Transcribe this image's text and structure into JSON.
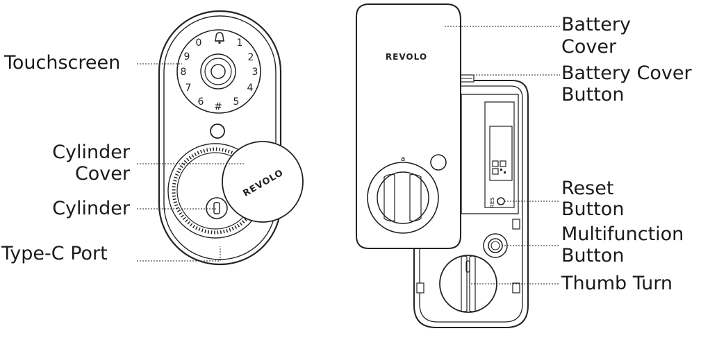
{
  "labels": {
    "touchscreen": "Touchscreen",
    "cylinder_cover_1": "Cylinder",
    "cylinder_cover_2": "Cover",
    "cylinder": "Cylinder",
    "type_c_port": "Type-C Port",
    "battery_cover_1": "Battery",
    "battery_cover_2": "Cover",
    "battery_cover_button_1": "Battery Cover",
    "battery_cover_button_2": "Button",
    "reset_button_1": "Reset",
    "reset_button_2": "Button",
    "multifunction_button_1": "Multifunction",
    "multifunction_button_2": "Button",
    "thumb_turn": "Thumb Turn"
  },
  "keypad": {
    "top": "0",
    "k1": "1",
    "k2": "2",
    "k3": "3",
    "k4": "4",
    "k5": "5",
    "hash": "#",
    "k6": "6",
    "k7": "7",
    "k8": "8",
    "k9": "9",
    "bell_icon": "bell-icon"
  },
  "brand": {
    "logo_front": "REVOLO",
    "logo_back": "REVOLO"
  },
  "misc": {
    "res_label": "RES",
    "lock_symbol": "a"
  }
}
